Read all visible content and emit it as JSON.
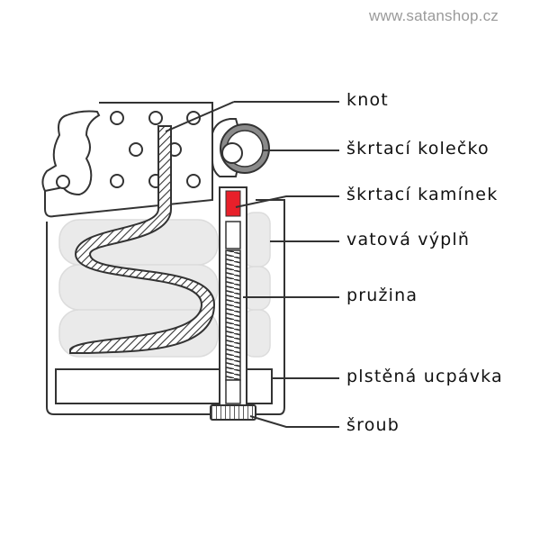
{
  "watermark": "www.satanshop.cz",
  "labels": {
    "wick": "knot",
    "wheel": "škrtací kolečko",
    "flint": "škrtací kamínek",
    "cotton": "vatová výplň",
    "spring": "pružina",
    "felt": "plstěná ucpávka",
    "screw": "šroub"
  },
  "colors": {
    "outline": "#333333",
    "flint": "#e8202a",
    "wheel_ring": "#8a8a8a",
    "cotton": "#e9e9e9"
  }
}
